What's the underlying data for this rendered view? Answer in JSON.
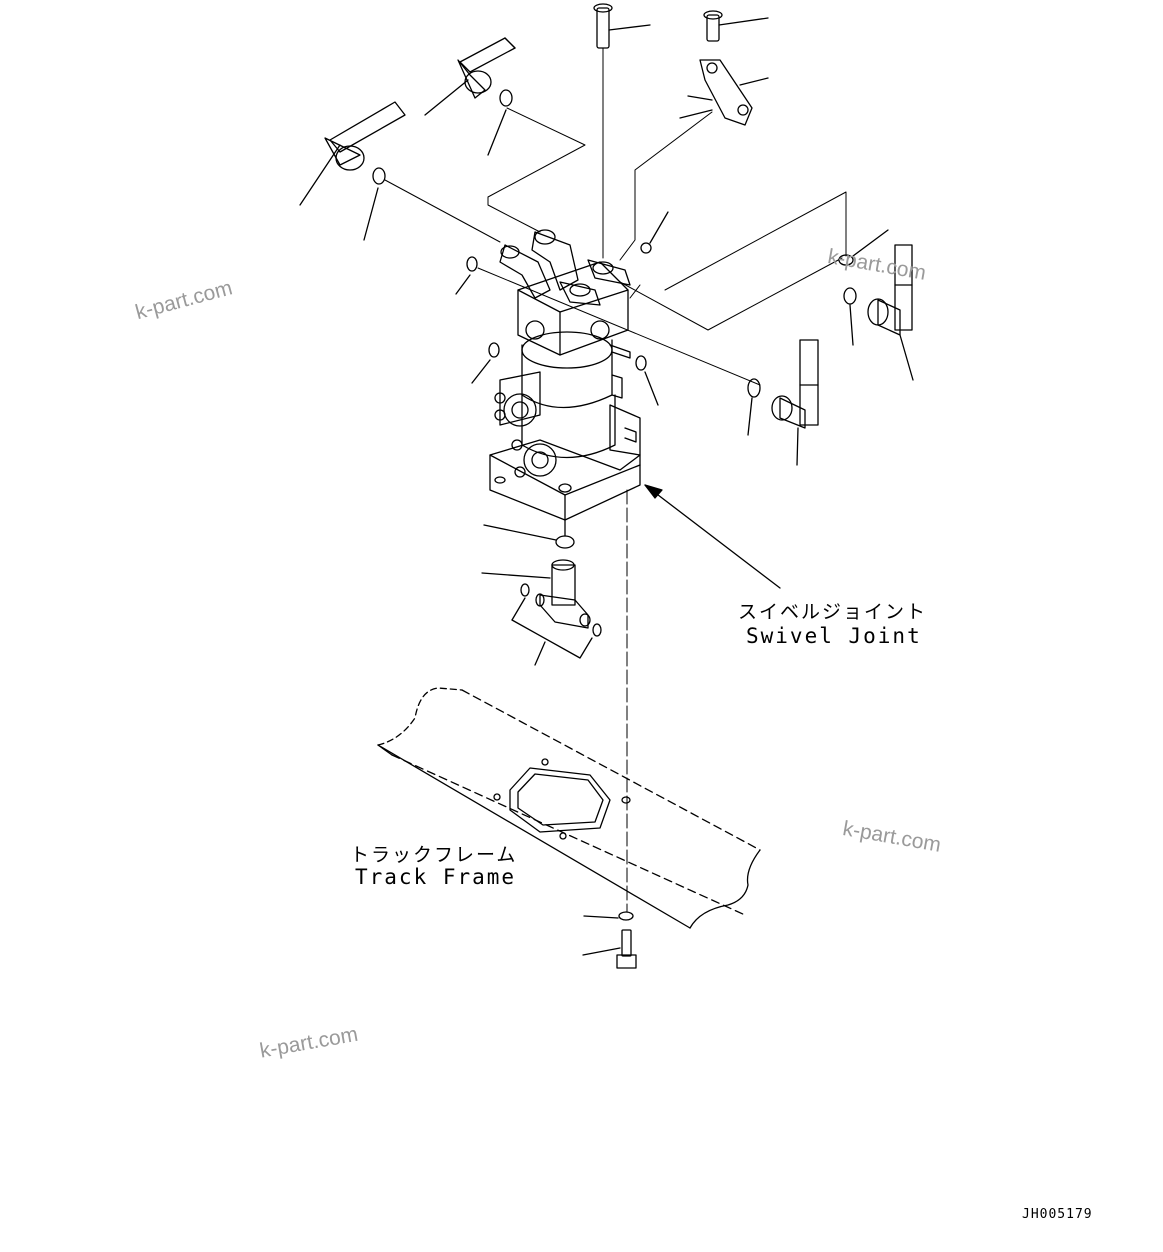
{
  "labels": {
    "swivel_joint_jp": "スイベルジョイント",
    "swivel_joint_en": "Swivel Joint",
    "track_frame_jp": "トラックフレーム",
    "track_frame_en": "Track Frame"
  },
  "watermarks": [
    "k-part.com",
    "k-part.com",
    "k-part.com",
    "k-part.com"
  ],
  "drawing_code": "JH005179",
  "colors": {
    "line": "#000000",
    "watermark": "#9a9a9a",
    "background": "#ffffff"
  }
}
